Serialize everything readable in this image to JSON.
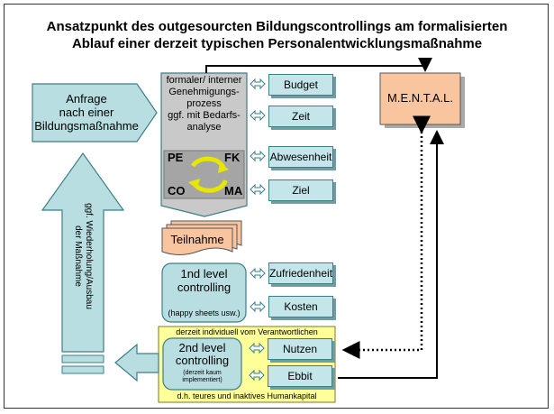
{
  "title": {
    "line1": "Ansatzpunkt des outgesourcten Bildungscontrollings am formalisierten",
    "line2": "Ablauf einer derzeit typischen Personalentwicklungsmaßnahme"
  },
  "request": {
    "line1": "Anfrage",
    "line2": "nach einer",
    "line3": "Bildungsmaßnahme"
  },
  "process": {
    "line1": "formaler/ interner",
    "line2": "Genehmigungs-",
    "line3": "prozess",
    "line4": "ggf. mit Bedarfs-",
    "line5": "analyse"
  },
  "cycle": {
    "pe": "PE",
    "fk": "FK",
    "co": "CO",
    "ma": "MA"
  },
  "side_boxes": {
    "budget": "Budget",
    "zeit": "Zeit",
    "abwesenheit": "Abwesenheit",
    "ziel": "Ziel",
    "zufriedenheit": "Zufriedenheit",
    "kosten": "Kosten",
    "nutzen": "Nutzen",
    "ebbit": "Ebbit"
  },
  "mental": "M.E.N.T.A.L.",
  "teilnahme": "Teilnahme",
  "first_level": {
    "line1": "1nd level",
    "line2": "controlling",
    "note": "(happy sheets usw.)"
  },
  "second_level": {
    "top_banner": "derzeit  individuell vom Verantwortlichen",
    "line1": "2nd level",
    "line2": "controlling",
    "note1": "(derzeit kaum",
    "note2": "implementiert)",
    "bottom_banner": "d.h. teures und inaktives Humankapital"
  },
  "repeat": {
    "line1": "ggf. Wiederholung/Ausbau",
    "line2": "der Maßnahme"
  },
  "colors": {
    "teal": "#b8dee2",
    "teal_border": "#3c7f86",
    "gray_panel": "#c9c9c9",
    "orange": "#f9c59f",
    "yellow": "#ffff99",
    "cycle_arrows": "#e6e600"
  }
}
